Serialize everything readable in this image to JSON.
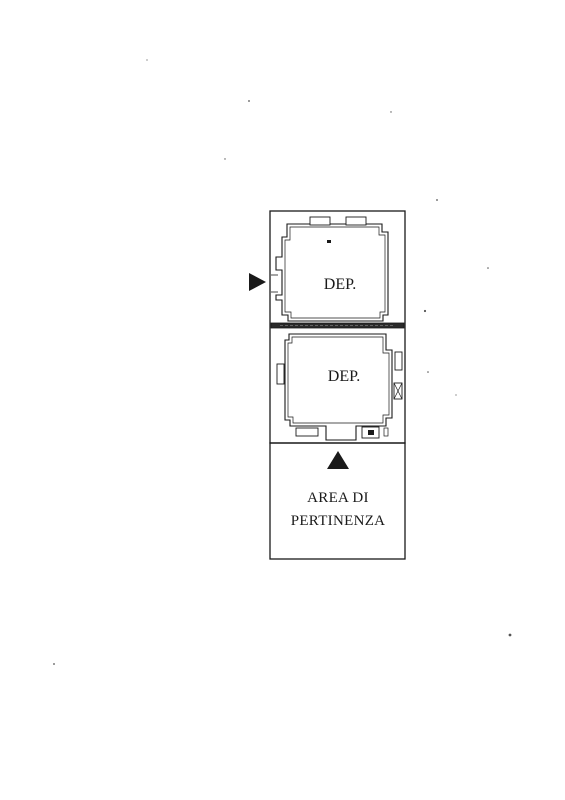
{
  "plan": {
    "rooms": [
      {
        "label": "DEP."
      },
      {
        "label": "DEP."
      }
    ],
    "area": {
      "line1": "AREA DI",
      "line2": "PERTINENZA"
    },
    "colors": {
      "ink": "#1a1a1a",
      "paper": "#ffffff"
    }
  }
}
